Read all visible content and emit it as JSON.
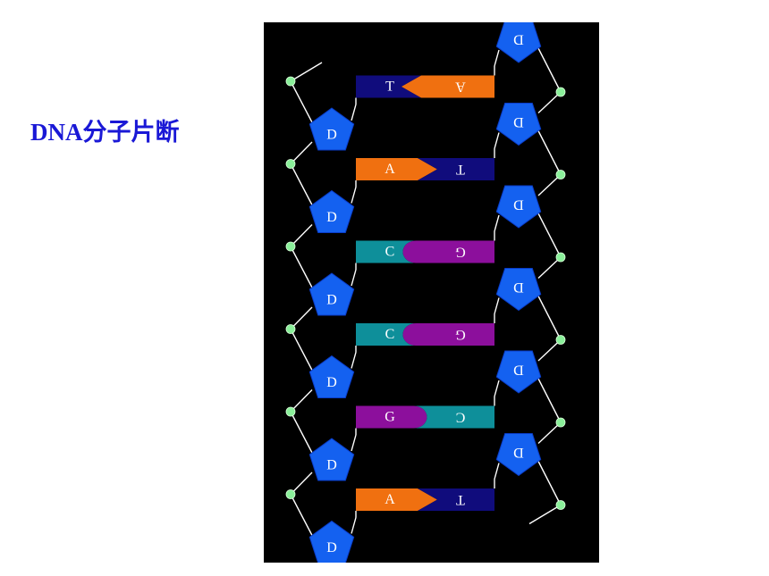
{
  "title": "DNA分子片断",
  "sugar_label": "D",
  "colors": {
    "A": "#f07010",
    "T": "#100c7c",
    "G": "#8c0f9c",
    "C": "#0e8f9a",
    "sugar": "#1461f0",
    "phosphate": "#8af09a",
    "background": "#000000",
    "backbone": "#ffffff",
    "title": "#1a18d6"
  },
  "base_pairs": [
    {
      "left": "T",
      "right": "A"
    },
    {
      "left": "A",
      "right": "T"
    },
    {
      "left": "C",
      "right": "G"
    },
    {
      "left": "C",
      "right": "G"
    },
    {
      "left": "G",
      "right": "C"
    },
    {
      "left": "A",
      "right": "T"
    }
  ]
}
